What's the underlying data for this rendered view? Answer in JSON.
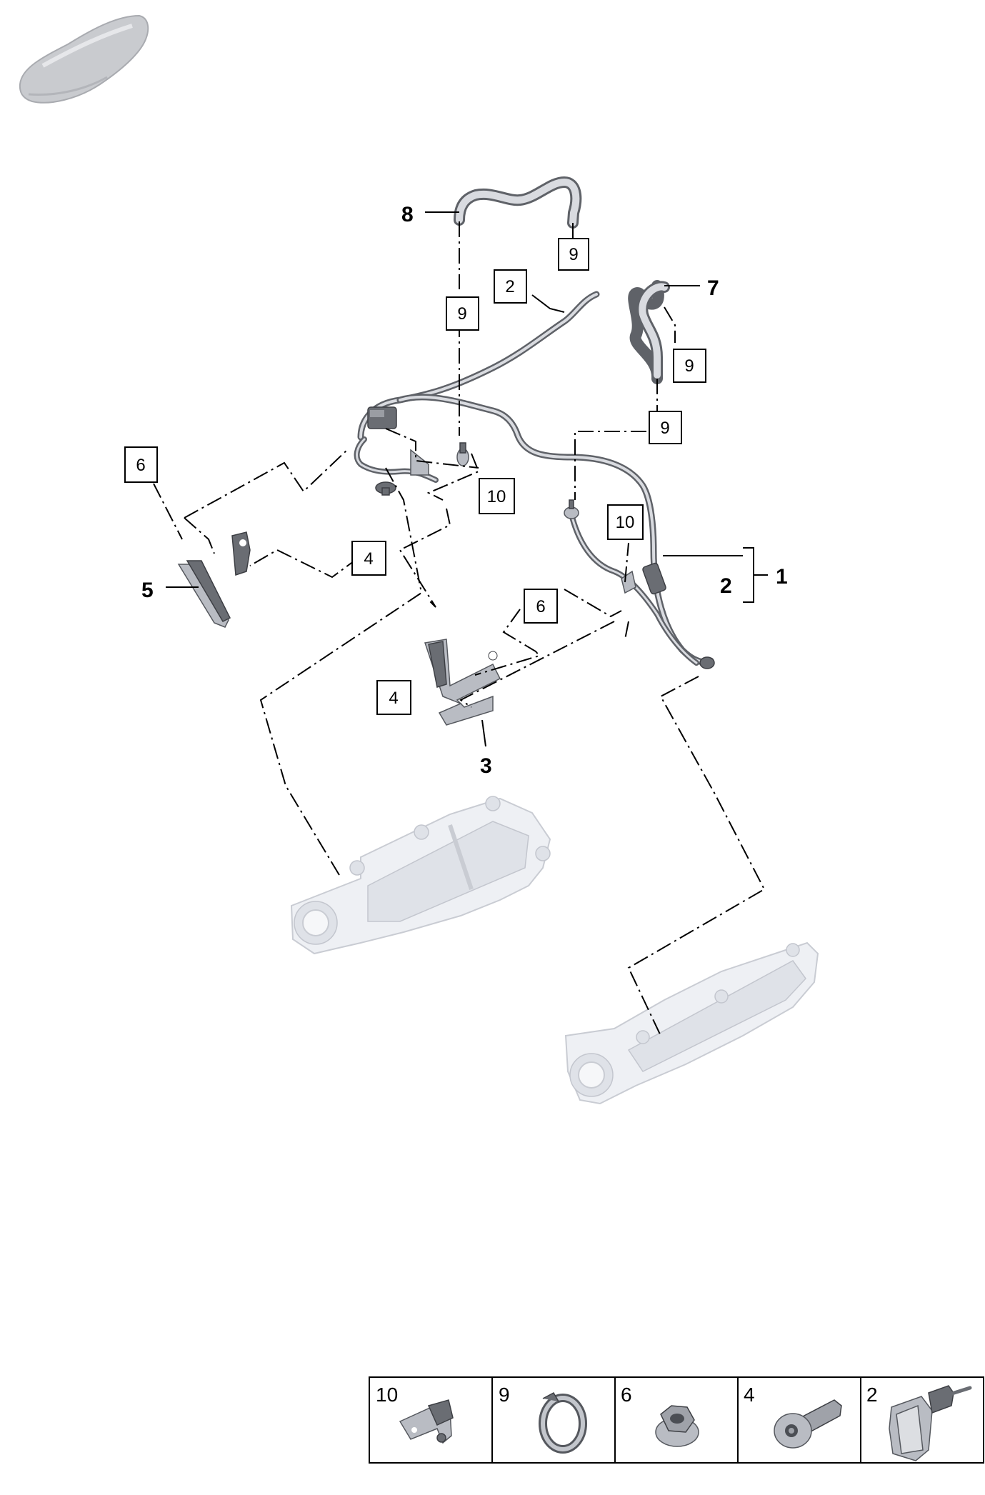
{
  "callouts": [
    "1",
    "2",
    "3",
    "4",
    "5",
    "6",
    "7",
    "8",
    "9",
    "10"
  ],
  "legend": [
    {
      "number": "10",
      "icon": "pipe-bracket-clip-icon"
    },
    {
      "number": "9",
      "icon": "hose-clamp-icon"
    },
    {
      "number": "6",
      "icon": "hex-flange-nut-icon"
    },
    {
      "number": "4",
      "icon": "torx-bolt-icon"
    },
    {
      "number": "2",
      "icon": "cable-clip-icon"
    }
  ],
  "colors": {
    "line": "#000000",
    "part": "#6a6d73",
    "ghost": "#eef0f4"
  }
}
